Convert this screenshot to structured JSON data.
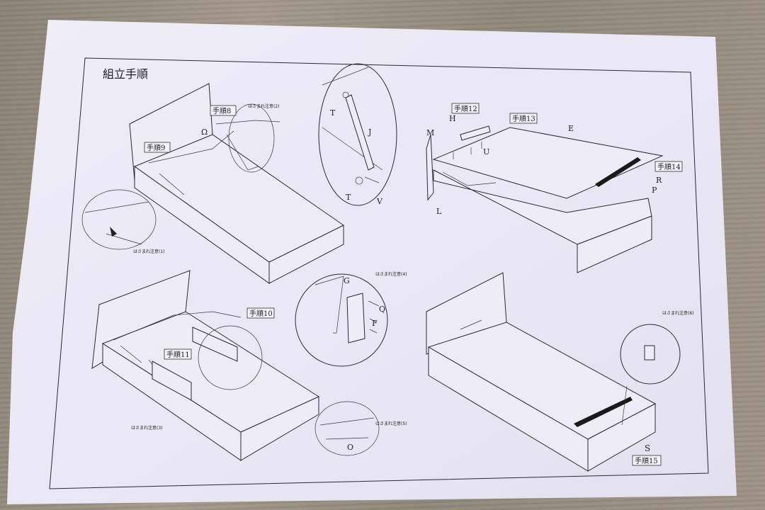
{
  "page": {
    "title": "組立手順"
  },
  "steps": {
    "s8": "手順8",
    "s9": "手順9",
    "s10": "手順10",
    "s11": "手順11",
    "s12": "手順12",
    "s13": "手順13",
    "s14": "手順14",
    "s15": "手順15"
  },
  "cautions": {
    "c1": "はさまれ注意(1)",
    "c2": "はさまれ注意(2)",
    "c3": "はさまれ注意(3)",
    "c4": "はさまれ注意(4)",
    "c5": "はさまれ注意(5)",
    "c6": "はさまれ注意(6)"
  },
  "parts": {
    "T1": "T",
    "T2": "T",
    "J": "J",
    "V": "V",
    "M": "M",
    "H": "H",
    "U": "U",
    "E": "E",
    "R": "R",
    "P": "P",
    "L": "L",
    "G": "G",
    "Q": "Q",
    "F": "F",
    "S": "S",
    "O": "O",
    "Omega": "Ω"
  },
  "colors": {
    "paper": "#eceaf6",
    "ink": "#2a2a35",
    "wood": "#978e80"
  }
}
